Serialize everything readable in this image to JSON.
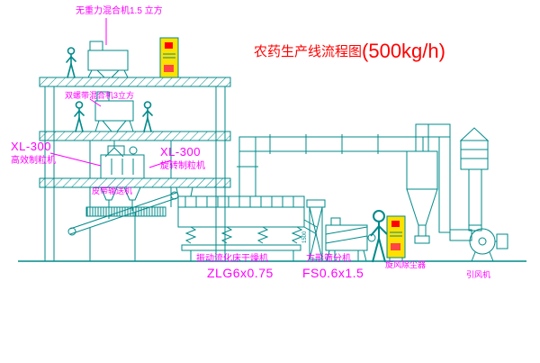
{
  "drawing": {
    "title": {
      "prefix": "农药生产线流程图",
      "capacity": "(500kg/h)"
    },
    "colors": {
      "line": "#018a8a",
      "label": "#ff00ff",
      "title": "#ff0000",
      "cabinet": "#ffe100",
      "alert": "#ff0000"
    },
    "labels": {
      "gravity_mixer": "无重力混合机1.5 立方",
      "ribbon_mixer": "双螺带混合机3立方",
      "granulator_left": {
        "model": "XL-300",
        "name": "高效制粒机"
      },
      "granulator_mid": {
        "model": "XL-300",
        "name": "旋转制粒机"
      },
      "belt_conveyor": "皮带输送机",
      "dryer": {
        "name": "振动流化床干燥机",
        "model": "ZLG6x0.75"
      },
      "sifter": {
        "name": "方形筛分机",
        "model": "FS0.6x1.5"
      },
      "cyclone": "旋风除尘器",
      "fan": "引风机",
      "elevator_dim": "1500"
    }
  }
}
